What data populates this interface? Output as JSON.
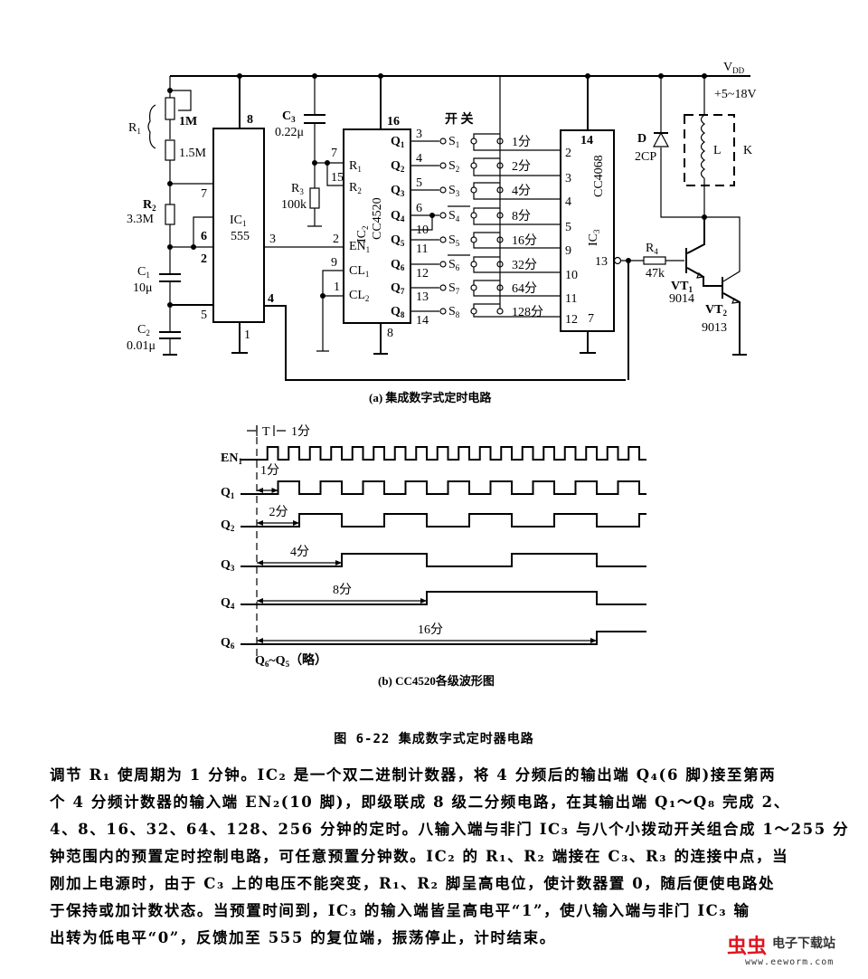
{
  "circuit": {
    "supply": {
      "label": "V",
      "sub": "DD",
      "range": "+5~18V"
    },
    "r1": {
      "label": "R",
      "sub": "1",
      "pot": "1M",
      "fixed": "1.5M"
    },
    "r2": {
      "label": "R",
      "sub": "2",
      "value": "3.3M"
    },
    "c1": {
      "label": "C",
      "sub": "1",
      "value": "10μ"
    },
    "c2": {
      "label": "C",
      "sub": "2",
      "value": "0.01μ"
    },
    "c3": {
      "label": "C",
      "sub": "3",
      "value": "0.22μ"
    },
    "r3": {
      "label": "R",
      "sub": "3",
      "value": "100k"
    },
    "r4": {
      "label": "R",
      "sub": "4",
      "value": "47k"
    },
    "ic1": {
      "label": "IC",
      "sub": "1",
      "part": "555",
      "pins": {
        "vcc": "8",
        "dis": "7",
        "thr": "6",
        "trig": "2",
        "ctrl": "5",
        "gnd": "1",
        "out": "3",
        "rst": "4"
      }
    },
    "ic2": {
      "label": "IC",
      "sub": "2",
      "part": "CC4520",
      "pins": {
        "vdd": "16",
        "r1": "7",
        "r2": "15",
        "en1": "2",
        "cl1": "9",
        "cl2": "1",
        "gnd": "8"
      },
      "inputs": [
        {
          "name": "R",
          "sub": "1"
        },
        {
          "name": "R",
          "sub": "2"
        },
        {
          "name": "EN",
          "sub": "1"
        },
        {
          "name": "CL",
          "sub": "1"
        },
        {
          "name": "CL",
          "sub": "2"
        }
      ],
      "outputs": [
        {
          "name": "Q",
          "sub": "1",
          "pin": "3"
        },
        {
          "name": "Q",
          "sub": "2",
          "pin": "4"
        },
        {
          "name": "Q",
          "sub": "3",
          "pin": "5"
        },
        {
          "name": "Q",
          "sub": "4",
          "pin": "6",
          "extra_pin": "10"
        },
        {
          "name": "Q",
          "sub": "5",
          "pin": "11"
        },
        {
          "name": "Q",
          "sub": "6",
          "pin": "12"
        },
        {
          "name": "Q",
          "sub": "7",
          "pin": "13"
        },
        {
          "name": "Q",
          "sub": "8",
          "pin": "14"
        }
      ]
    },
    "switches_title": "开   关",
    "switches": [
      {
        "name": "S",
        "sub": "1",
        "time": "1分"
      },
      {
        "name": "S",
        "sub": "2",
        "time": "2分"
      },
      {
        "name": "S",
        "sub": "3",
        "time": "4分"
      },
      {
        "name": "S",
        "sub": "4",
        "time": "8分",
        "overbar": true
      },
      {
        "name": "S",
        "sub": "5",
        "time": "16分"
      },
      {
        "name": "S",
        "sub": "6",
        "time": "32分",
        "overbar": true
      },
      {
        "name": "S",
        "sub": "7",
        "time": "64分"
      },
      {
        "name": "S",
        "sub": "8",
        "time": "128分"
      }
    ],
    "ic3": {
      "label": "IC",
      "sub": "3",
      "part": "CC4068",
      "pins": {
        "vdd": "14",
        "inputs": [
          "2",
          "3",
          "4",
          "5",
          "9",
          "10",
          "11",
          "12"
        ],
        "gnd": "7",
        "out": "13"
      }
    },
    "diode": {
      "label": "D",
      "part": "2CP"
    },
    "relay": {
      "coil": "L",
      "label": "K"
    },
    "vt1": {
      "label": "VT",
      "sub": "1",
      "part": "9014"
    },
    "vt2": {
      "label": "VT",
      "sub": "2",
      "part": "9013"
    },
    "caption_a": "(a) 集成数字式定时电路"
  },
  "waveforms": {
    "period_label": "T",
    "period_value": "1分",
    "signals": [
      {
        "name": "EN",
        "sub": "1",
        "period_units": 1,
        "duty": 0.5,
        "phase": 0.5
      },
      {
        "name": "Q",
        "sub": "1",
        "period_units": 2,
        "delay": 1,
        "arrow_label": "1分"
      },
      {
        "name": "Q",
        "sub": "2",
        "period_units": 4,
        "delay": 2,
        "arrow_label": "2分"
      },
      {
        "name": "Q",
        "sub": "3",
        "period_units": 8,
        "delay": 4,
        "arrow_label": "4分"
      },
      {
        "name": "Q",
        "sub": "4",
        "period_units": 16,
        "delay": 8,
        "arrow_label": "8分"
      },
      {
        "name": "Q",
        "sub": "6",
        "period_units": 64,
        "delay": 16,
        "arrow_label": "16分"
      }
    ],
    "omitted_note": {
      "from": "Q",
      "from_sub": "6",
      "to": "Q",
      "to_sub": "5",
      "text": "（略）"
    },
    "caption_b": "(b) CC4520各级波形图"
  },
  "figure_caption": "图 6-22   集成数字式定时器电路",
  "body_lines": [
    "调节 R₁ 使周期为 1 分钟。IC₂ 是一个双二进制计数器，将 4 分频后的输出端 Q₄(6 脚)接至第两",
    "个 4 分频计数器的输入端 EN₂(10 脚)，即级联成 8 级二分频电路，在其输出端 Q₁～Q₈ 完成 2、",
    "4、8、16、32、64、128、256 分钟的定时。八输入端与非门 IC₃ 与八个小拨动开关组合成 1～255 分",
    "钟范围内的预置定时控制电路，可任意预置分钟数。IC₂ 的 R₁、R₂ 端接在 C₃、R₃ 的连接中点，当",
    "刚加上电源时，由于 C₃ 上的电压不能突变，R₁、R₂ 脚呈高电位，使计数器置 0，随后便使电路处",
    "于保持或加计数状态。当预置时间到，IC₃ 的输入端皆呈高电平“1”，使八输入端与非门 IC₃ 输",
    "出转为低电平“0”，反馈加至 555 的复位端，振荡停止，计时结束。"
  ],
  "watermark": {
    "brand": "虫虫",
    "site_name": "电子下载站",
    "url": "www.eeworm.com"
  }
}
